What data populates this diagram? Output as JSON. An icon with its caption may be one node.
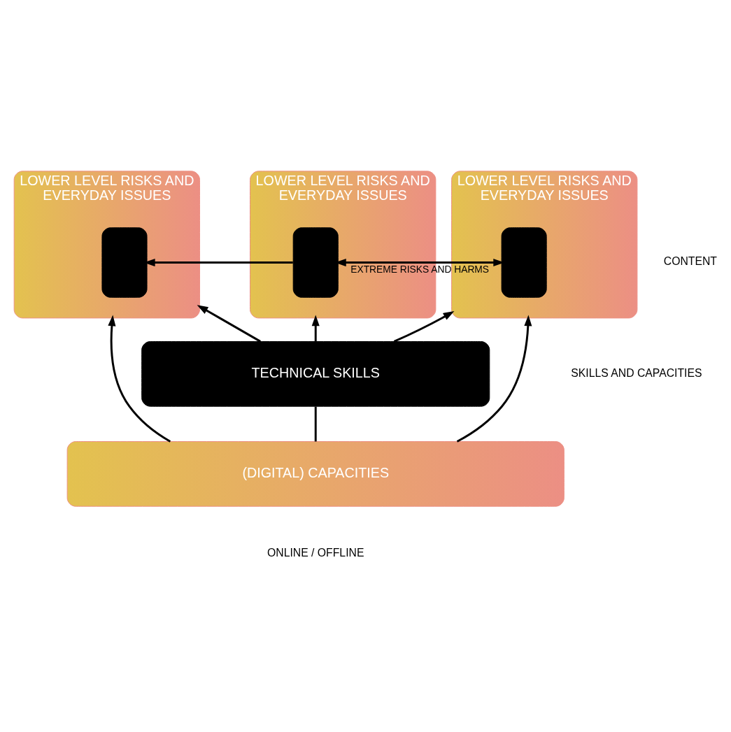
{
  "diagram": {
    "nodes": [
      {
        "text": [
          "LOWER LEVEL RISKS AND EVERYDAY ISSUES"
        ]
      },
      {
        "text": [],
        "shape": "box",
        "in": 0
      },
      {
        "text": [
          "LOWER LEVEL RISKS AND EVERYDAY ISSUES"
        ]
      },
      {
        "text": [],
        "shape": "box",
        "in": 2
      },
      {
        "text": [
          "LOWER LEVEL RISKS AND EVERYDAY ISSUES"
        ]
      },
      {
        "text": [],
        "shape": "box",
        "in": 4
      },
      {
        "text": [
          "TECHNICAL SKILLS"
        ]
      },
      {
        "text": [
          "(DIGITAL) CAPACITIES"
        ]
      }
    ],
    "edges": [
      {
        "from": 3,
        "to": 1,
        "arrow": "to"
      },
      {
        "from": 3,
        "to": 5,
        "arrow": "both",
        "label": "EXTREME RISKS AND HARMS"
      },
      {
        "from": 6,
        "to": 0,
        "arrow": "to"
      },
      {
        "from": 6,
        "to": 2,
        "arrow": "to"
      },
      {
        "from": 6,
        "to": 4,
        "arrow": "to"
      },
      {
        "from": 7,
        "to": 0,
        "arrow": "to"
      },
      {
        "from": 7,
        "to": 4,
        "arrow": "to"
      },
      {
        "from": 7,
        "to": 6,
        "arrow": "none"
      }
    ],
    "labels": [
      "CONTENT",
      "SKILLS AND CAPACITIES",
      "ONLINE / OFFLINE"
    ]
  }
}
